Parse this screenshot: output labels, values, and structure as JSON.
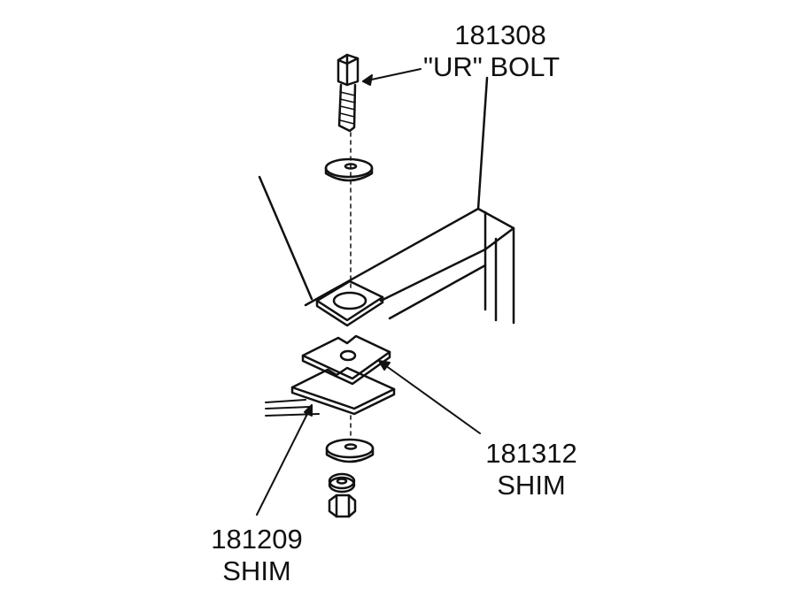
{
  "callouts": [
    {
      "part_number": "181308",
      "name": "\"UR\" BOLT"
    },
    {
      "part_number": "181312",
      "name": "SHIM"
    },
    {
      "part_number": "181209",
      "name": "SHIM"
    }
  ],
  "colors": {
    "ink": "#111111",
    "background": "#ffffff"
  }
}
